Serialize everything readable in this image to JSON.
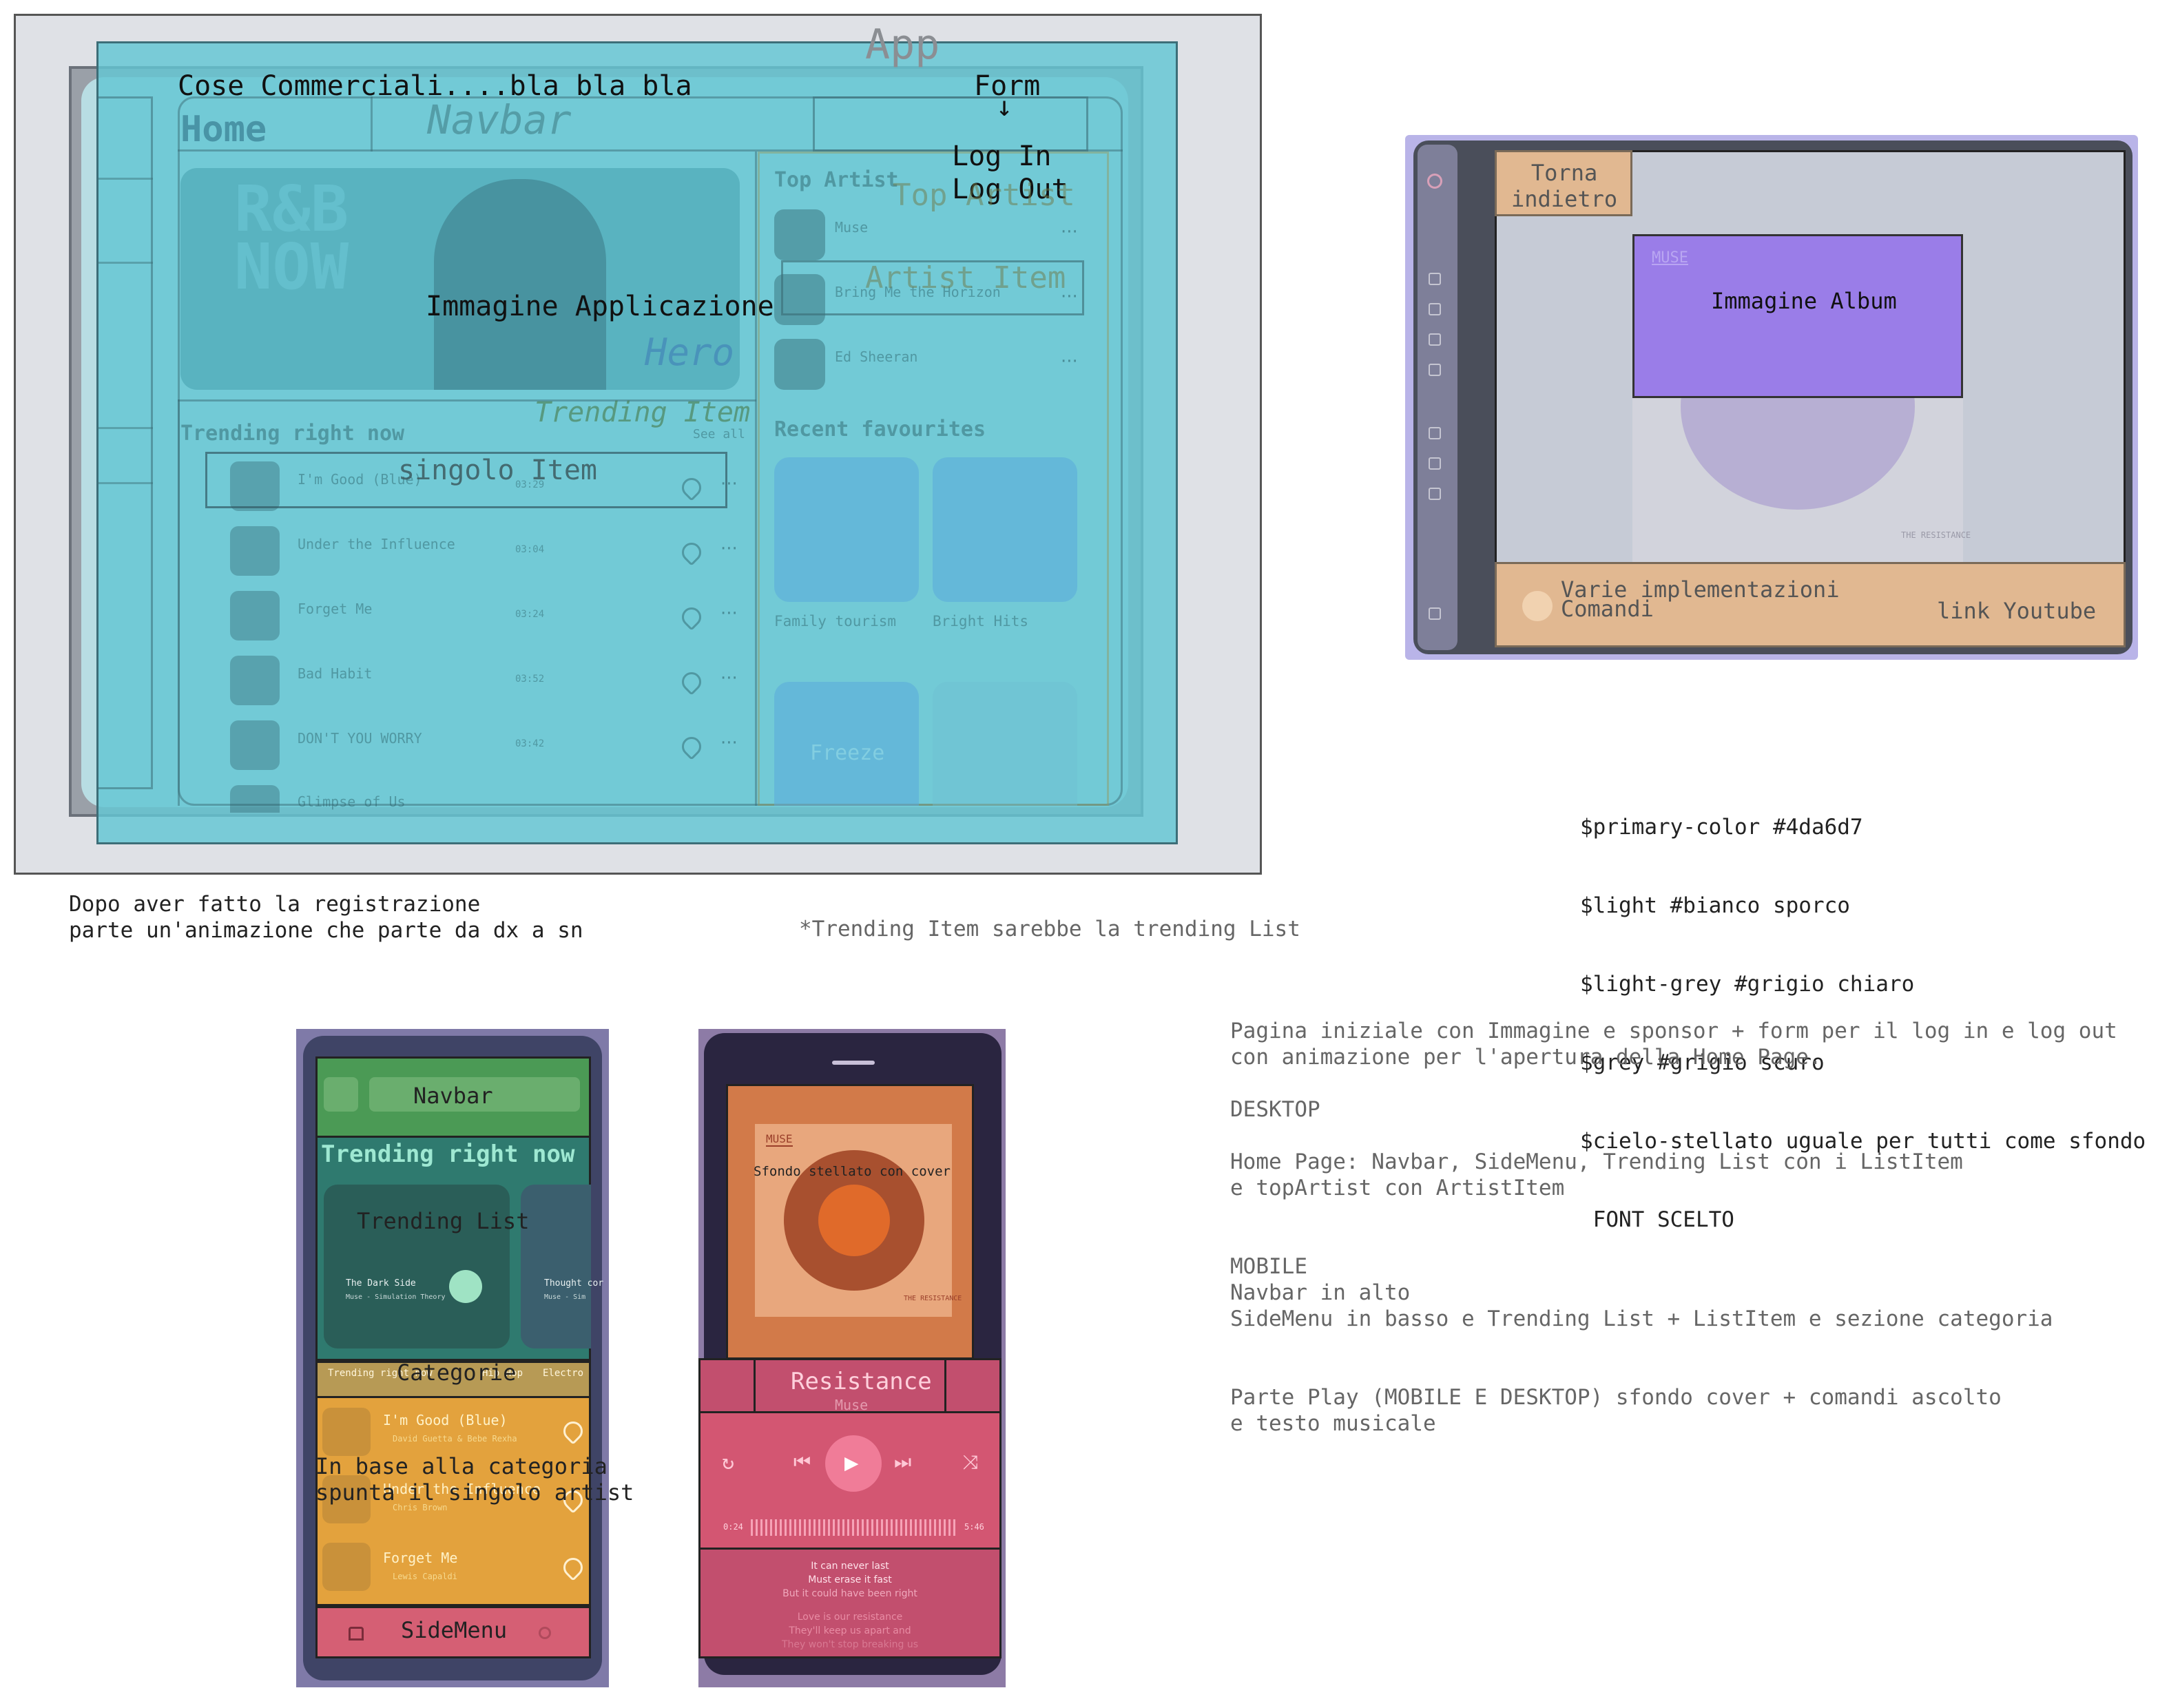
{
  "desktop": {
    "labels": {
      "app": "App",
      "sponsor": "Cose Commerciali....bla bla bla",
      "form": "Form",
      "login": "Log In",
      "logout": "Log Out",
      "home": "Home",
      "navbar": "Navbar",
      "immagine": "Immagine Applicazione",
      "hero": "Hero",
      "top_artist_ghost": "Top Artist",
      "artist_item": "Artist Item",
      "trending_item": "Trending Item",
      "singolo_item": "singolo Item"
    },
    "screen": {
      "top_artist": "Top Artist",
      "artists": [
        "Muse",
        "Bring Me the Horizon",
        "Ed Sheeran"
      ],
      "trending_title": "Trending right now",
      "see_all": "See all",
      "tracks": [
        {
          "title": "I'm Good (Blue)",
          "time": "03:29"
        },
        {
          "title": "Under the Influence",
          "time": "03:04"
        },
        {
          "title": "Forget Me",
          "time": "03:24"
        },
        {
          "title": "Bad Habit",
          "time": "03:52"
        },
        {
          "title": "DON'T YOU WORRY",
          "time": "03:42"
        },
        {
          "title": "Glimpse of Us",
          "time": ""
        }
      ],
      "recent_title": "Recent favourites",
      "recent": [
        "Family tourism",
        "Bright Hits"
      ],
      "freeze": "Freeze",
      "hero_text": "R&B NOW"
    }
  },
  "player_desktop": {
    "torna": "Torna\nindietro",
    "immagine_album": "Immagine Album",
    "varie": "Varie implementazioni\nComandi",
    "link_youtube": "link Youtube",
    "muse": "MUSE",
    "album_name": "THE RESISTANCE"
  },
  "variables": {
    "lines": [
      "$primary-color #4da6d7",
      "$light #bianco sporco",
      "$light-grey #grigio chiaro",
      "$grey #grigio scuro",
      "$cielo-stellato uguale per tutti come sfondo",
      " FONT SCELTO"
    ]
  },
  "notes": {
    "registrazione": "Dopo aver fatto la registrazione\nparte un'animazione che parte da dx a sn",
    "trending": "*Trending Item sarebbe la trending List",
    "pagina_iniziale": "Pagina iniziale con Immagine e sponsor + form per il log in e log out\ncon animazione per l'apertura della Home Page.",
    "desktop": "DESKTOP",
    "home_page": "Home Page: Navbar, SideMenu, Trending List con i ListItem\ne topArtist con ArtistItem",
    "mobile": "MOBILE\nNavbar in alto\nSideMenu in basso e Trending List + ListItem e sezione categoria",
    "play": "Parte Play (MOBILE E DESKTOP) sfondo cover + comandi ascolto\ne testo musicale"
  },
  "mobile": {
    "navbar": "Navbar",
    "trending_title": "Trending right now",
    "trending_list": "Trending List",
    "card1_title": "The Dark Side",
    "card1_sub": "Muse - Simulation Theory",
    "card2_title": "Thought cor",
    "card2_sub": "Muse - Sim",
    "categorie": "Categorie",
    "categories": [
      "Trending right now",
      "Hip Hop",
      "Electro"
    ],
    "category_note": "In base alla categoria\nspunta il singolo artist",
    "tracks": [
      {
        "title": "I'm Good (Blue)",
        "artist": "David Guetta & Bebe Rexha"
      },
      {
        "title": "Under the Influence",
        "artist": "Chris Brown"
      },
      {
        "title": "Forget Me",
        "artist": "Lewis Capaldi"
      }
    ],
    "sidemenu": "SideMenu"
  },
  "mobile_player": {
    "sfondo": "Sfondo stellato con cover",
    "muse": "MUSE",
    "song": "Resistance",
    "artist": "Muse",
    "time_start": "0:24",
    "time_end": "5:46",
    "lyrics": [
      "It can never last",
      "Must erase it fast",
      "But it could have been right",
      "",
      "Love is our resistance",
      "They'll keep us apart and",
      "They won't stop breaking us"
    ],
    "album_name": "THE RESISTANCE"
  },
  "colors": {
    "teal_overlay": "#63c6d3",
    "purple": "#9a7de8",
    "orange": "#f0a35e",
    "pink": "#e06080",
    "green": "#4b9a55"
  }
}
